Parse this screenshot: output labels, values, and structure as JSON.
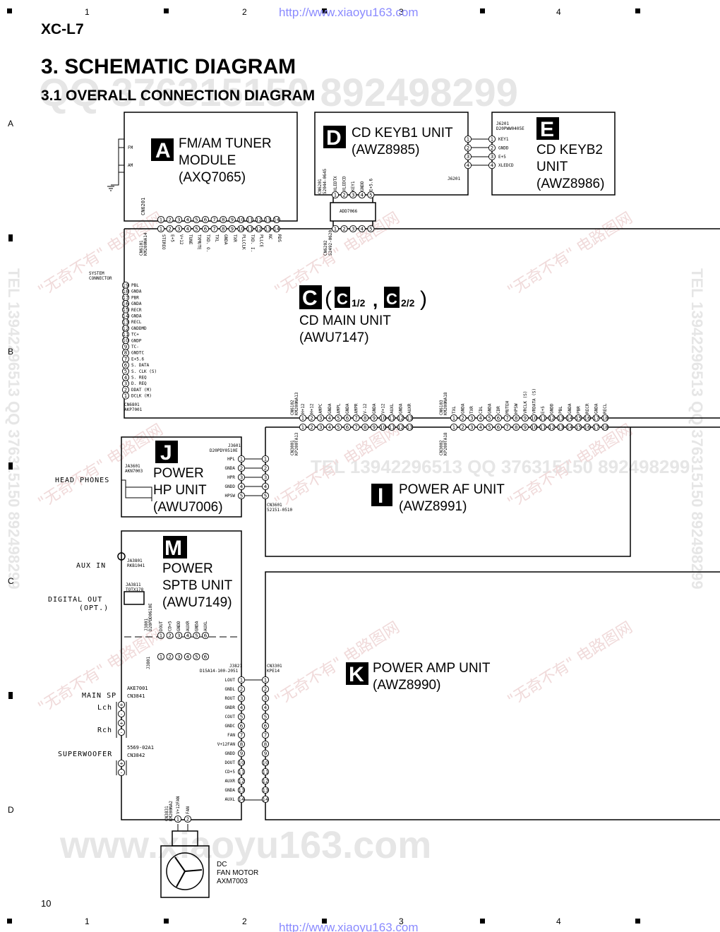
{
  "header": {
    "model": "XC-L7",
    "url_top": "http://www.xiaoyu163.com",
    "url_bottom": "http://www.xiaoyu163.com",
    "page_number": "10",
    "col_marks": [
      "1",
      "2",
      "3",
      "4"
    ],
    "row_marks": [
      "A",
      "B",
      "C",
      "D"
    ]
  },
  "titles": {
    "main": "3. SCHEMATIC DIAGRAM",
    "sub": "3.1 OVERALL CONNECTION DIAGRAM"
  },
  "watermarks": {
    "qq": "QQ 376315150   892498299",
    "site": "www.xiaoyu163.com",
    "tel": "TEL 13942296513  QQ 376315150  892498299",
    "cn": "\"无奇不有\" 电路图网",
    "mid": "TEL 13942296513   QQ 376315150   892498299"
  },
  "units": {
    "A": {
      "badge": "A",
      "l1": "FM/AM TUNER",
      "l2": "MODULE",
      "l3": "(AXQ7065)",
      "cn": "CN6201",
      "fm": "FM",
      "am": "AM"
    },
    "D": {
      "badge": "D",
      "l1": "CD KEYB1 UNIT",
      "l2": "(AWZ8985)",
      "jack": "J6201",
      "cn": "CN6201",
      "pins": [
        "XLEDTX",
        "XLEDCD",
        "KEY1",
        "GNDD",
        "E+5.6"
      ],
      "cn_part": "52044-0645"
    },
    "E": {
      "badge": "E",
      "l1": "CD KEYB2",
      "l2": "UNIT",
      "l3": "(AWZ8986)",
      "jack": "J6201",
      "jack_part": "D20PWW0405E",
      "pins": [
        "KEY1",
        "GNDD",
        "E+5",
        "XLEDCD"
      ]
    },
    "C": {
      "badge": "C",
      "sub1": "1/2",
      "sub2": "2/2",
      "l1": "CD MAIN UNIT",
      "l2": "(AWU7147)",
      "link": "ADD7066",
      "cn_keyb": "CN6202",
      "cn_keyb_part": "52492-0620",
      "cn_tuner": "CN6101",
      "cn_tuner_part": "KM200NA14",
      "tuner_pins": [
        "STEREO",
        "E+5",
        "V+12",
        "TUNE",
        "TXMUTE",
        "TXD. O.",
        "TXL",
        "GNDA",
        "TXR",
        "PLLCLK",
        "TXD. I.",
        "PLLCE",
        "NC",
        "RDS"
      ],
      "sys_title": "SYSTEM",
      "sys_title2": "CONNECTOR",
      "sys_pins": [
        "PBL",
        "GNDA",
        "PBR",
        "GNDA",
        "RECR",
        "GNDA",
        "RECL",
        "GNDDMD",
        "TC+",
        "GNDP",
        "TC-",
        "GNDTC",
        "E+5.6",
        "S. DATA",
        "S. CLK (S)",
        "S. REQ",
        "D. REQ",
        "DDAT (M)",
        "DCLK (M)"
      ],
      "sys_cn": "CN6801",
      "sys_cn_part": "AKP7001",
      "cn_a": "CN6102",
      "cn_a_part": "KM200NA13",
      "cn_b": "CN6103",
      "cn_b_part": "KM200NA18"
    },
    "J": {
      "badge": "J",
      "l1": "POWER",
      "l2": "HP UNIT",
      "l3": "(AWU7006)",
      "jack": "J3601",
      "jack_part": "D20PDY0510E",
      "ja": "JA3601",
      "ja_part": "AKN7003",
      "pins": [
        "HPL",
        "GNDA",
        "HPR",
        "GNDD",
        "HPSW"
      ]
    },
    "I": {
      "badge": "I",
      "l1": "POWER AF UNIT",
      "l2": "(AWZ8991)",
      "cn_hp": "CN3601",
      "cn_hp_part": "52151-0510",
      "cn_a": "CN3001",
      "cn_a_part": "KP200TA13",
      "cn_b": "CN3002",
      "cn_b_part": "KP200TA18",
      "pins_a": [
        "H+12",
        "H+12",
        "AMPC",
        "GNDA",
        "AMPL",
        "GNDA",
        "AMPR",
        "V-12",
        "GNDA",
        "V+12",
        "AUXL",
        "GNDA",
        "AUXR"
      ],
      "pins_b": [
        "TXL",
        "GNDA",
        "TXR",
        "CDL",
        "GNDA",
        "CDR",
        "MUTEH",
        "HPSW",
        "VRCLK (S)",
        "VRDATA (S)",
        "E+5",
        "GNDD",
        "PBL",
        "GNDA",
        "PBR",
        "RECR",
        "GNDA",
        "RECL"
      ]
    },
    "M": {
      "badge": "M",
      "l1": "POWER",
      "l2": "SPTB UNIT",
      "l3": "(AWU7149)",
      "ja_aux": "JA3801",
      "ja_aux_part": "RKB1041",
      "ja_dig": "JA3811",
      "ja_dig_part": "TOTX178",
      "cn_top": "J3801",
      "cn_top_part": "D20PDD0610E",
      "cn_top_pins": [
        "DOUT",
        "CD+5",
        "GNDD",
        "AUXR",
        "GNDA",
        "AUXL"
      ],
      "cn_bot": "J3821",
      "cn_bot_part": "D15A14-100-2051",
      "cn_bot_pins": [
        "LOUT",
        "GNDL",
        "ROUT",
        "GNDR",
        "COUT",
        "GNDC",
        "FAN",
        "V+12FAN",
        "GNDD",
        "DOUT",
        "CD+5",
        "AUXR",
        "GNDA",
        "AUXL"
      ],
      "sp": "AKE7001",
      "sp_cn": "CN3841",
      "sw": "5569-02A1",
      "sw_cn": "CN3842",
      "fan_cn": "CN3831",
      "fan_cn_part": "KM200NA2",
      "fan_pins": [
        "V+12FAN",
        "FAN"
      ],
      "j3801": "J3801"
    },
    "K": {
      "badge": "K",
      "l1": "POWER AMP UNIT",
      "l2": "(AWZ8990)",
      "cn": "CN3301",
      "cn_part": "KPE14"
    }
  },
  "external": {
    "head_phones": "HEAD PHONES",
    "aux_in": "AUX IN",
    "digital_out": "DIGITAL OUT",
    "digital_out2": "(OPT.)",
    "main_sp": "MAIN SP",
    "lch": "Lch",
    "rch": "Rch",
    "superwoofer": "SUPERWOOFER",
    "fan_l1": "DC",
    "fan_l2": "FAN MOTOR",
    "fan_l3": "AXM7003"
  }
}
